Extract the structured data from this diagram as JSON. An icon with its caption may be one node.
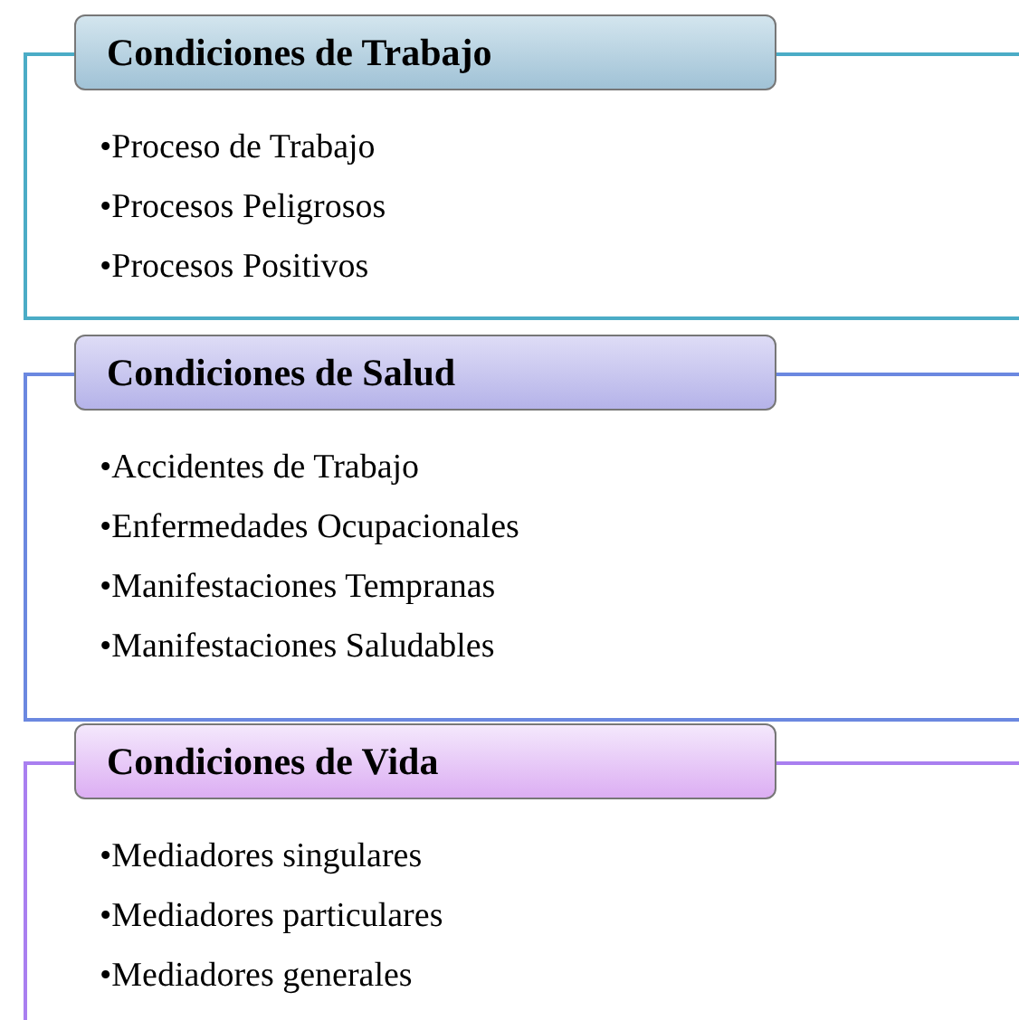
{
  "diagram": {
    "nodes": [
      {
        "text": [
          "Condiciones de Trabajo"
        ]
      },
      {
        "text": [
          "•Proceso de Trabajo",
          "•Procesos Peligrosos",
          "•Procesos Positivos"
        ]
      },
      {
        "text": [
          "Condiciones de Salud"
        ]
      },
      {
        "text": [
          "•Accidentes de Trabajo",
          "•Enfermedades Ocupacionales",
          "•Manifestaciones Tempranas",
          "•Manifestaciones Saludables"
        ]
      },
      {
        "text": [
          "Condiciones de Vida"
        ]
      },
      {
        "text": [
          "•Mediadores singulares",
          "•Mediadores particulares",
          "•Mediadores generales"
        ]
      }
    ]
  }
}
